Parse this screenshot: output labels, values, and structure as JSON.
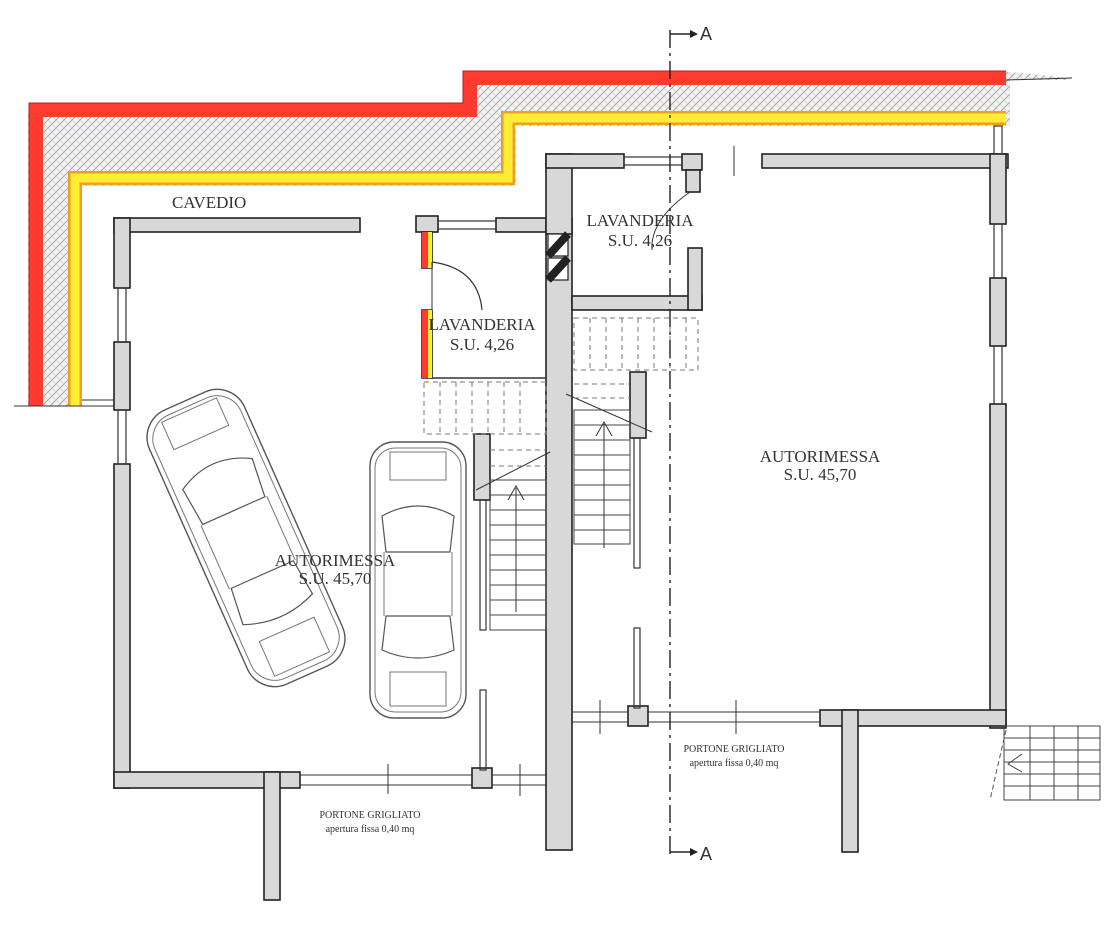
{
  "labels": {
    "cavedio": "CAVEDIO",
    "lav_left_name": "LAVANDERIA",
    "lav_left_area": "S.U. 4,26",
    "lav_right_name": "LAVANDERIA",
    "lav_right_area": "S.U. 4,26",
    "gar_left_name": "AUTORIMESSA",
    "gar_left_area": "S.U. 45,70",
    "gar_right_name": "AUTORIMESSA",
    "gar_right_area": "S.U. 45,70",
    "portone_left": "PORTONE GRIGLIATO",
    "portone_left_sub": "apertura fissa 0,40 mq",
    "portone_right": "PORTONE GRIGLIATO",
    "portone_right_sub": "apertura fissa 0,40 mq",
    "section_top": "A",
    "section_bottom": "A"
  },
  "colors": {
    "waterproofing_red": "#ff3b30",
    "insulation_yellow": "#ffee33",
    "insulation_edge": "#f0a020",
    "wall_fill": "#d8d8d8",
    "line": "#222222"
  },
  "icons": {
    "car": "car-outline-icon",
    "door_swing": "door-swing-icon",
    "stair_arrow": "arrow-up-icon"
  }
}
